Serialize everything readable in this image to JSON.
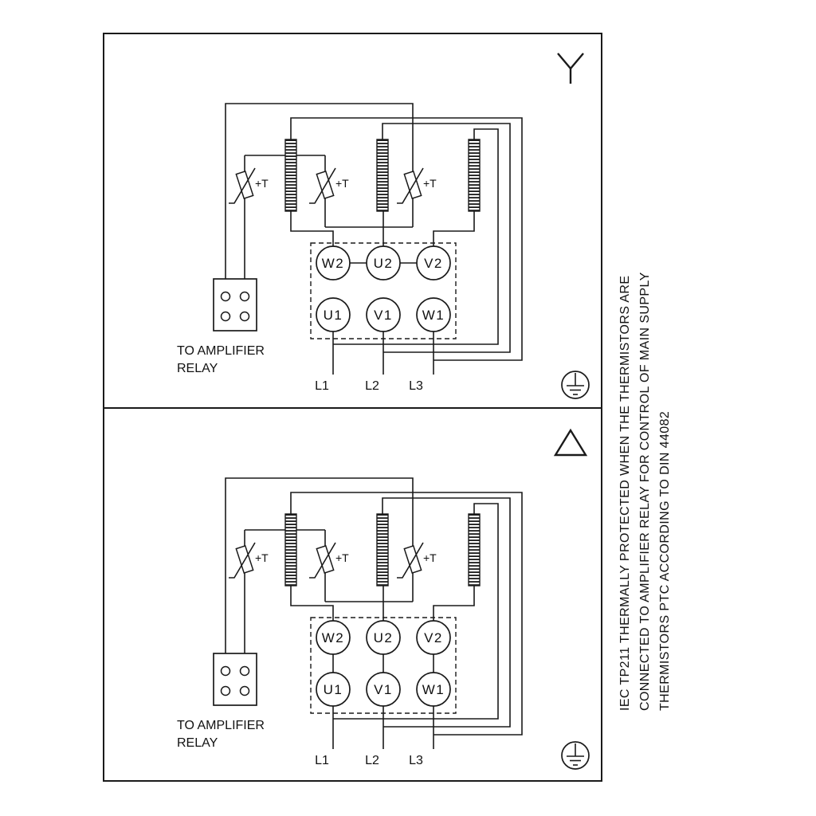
{
  "terminals": {
    "w2": "W2",
    "u2": "U2",
    "v2": "V2",
    "u1": "U1",
    "v1": "V1",
    "w1": "W1"
  },
  "supply_lines": {
    "l1": "L1",
    "l2": "L2",
    "l3": "L3"
  },
  "thermistor_label": "+T",
  "relay_caption": {
    "line1": "TO AMPLIFIER",
    "line2": "RELAY"
  },
  "side_note": {
    "line1": "IEC TP211 THERMALLY PROTECTED WHEN THE THERMISTORS ARE",
    "line2": "CONNECTED TO AMPLIFIER RELAY FOR CONTROL OF MAIN SUPPLY",
    "line3": "THERMISTORS PTC ACCORDING TO DIN 44082"
  },
  "icons": {
    "star_connection": "Y-star-symbol",
    "delta_connection": "triangle-delta-symbol",
    "ground": "earth-ground-symbol"
  },
  "colors": {
    "line": "#1a1a1a",
    "background": "#ffffff"
  }
}
